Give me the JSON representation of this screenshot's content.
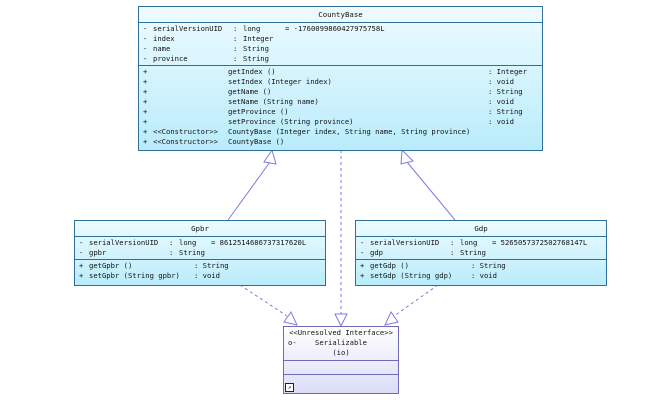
{
  "county": {
    "name": "CountyBase",
    "attributes": [
      {
        "vis": "-",
        "name": "serialVersionUID",
        "sep": ":",
        "type": "long",
        "extra": "= -1760099860427975758L"
      },
      {
        "vis": "-",
        "name": "index",
        "sep": ":",
        "type": "Integer",
        "extra": ""
      },
      {
        "vis": "-",
        "name": "name",
        "sep": ":",
        "type": "String",
        "extra": ""
      },
      {
        "vis": "-",
        "name": "province",
        "sep": ":",
        "type": "String",
        "extra": ""
      }
    ],
    "operations": [
      {
        "vis": "+",
        "stereo": "",
        "sig": "getIndex ()",
        "ret": ": Integer"
      },
      {
        "vis": "+",
        "stereo": "",
        "sig": "setIndex (Integer index)",
        "ret": ": void"
      },
      {
        "vis": "+",
        "stereo": "",
        "sig": "getName ()",
        "ret": ": String"
      },
      {
        "vis": "+",
        "stereo": "",
        "sig": "setName (String name)",
        "ret": ": void"
      },
      {
        "vis": "+",
        "stereo": "",
        "sig": "getProvince ()",
        "ret": ": String"
      },
      {
        "vis": "+",
        "stereo": "",
        "sig": "setProvince (String province)",
        "ret": ": void"
      },
      {
        "vis": "+",
        "stereo": "<<Constructor>>",
        "sig": "CountyBase (Integer index, String name, String province)",
        "ret": ""
      },
      {
        "vis": "+",
        "stereo": "<<Constructor>>",
        "sig": "CountyBase ()",
        "ret": ""
      }
    ]
  },
  "gpbr": {
    "name": "Gpbr",
    "attributes": [
      {
        "vis": "-",
        "name": "serialVersionUID",
        "sep": ":",
        "type": "long",
        "extra": "= 8612514686737317620L"
      },
      {
        "vis": "-",
        "name": "gpbr",
        "sep": ":",
        "type": "String",
        "extra": ""
      }
    ],
    "operations": [
      {
        "vis": "+",
        "sig": "getGpbr ()",
        "ret": ": String"
      },
      {
        "vis": "+",
        "sig": "setGpbr (String gpbr)",
        "ret": ": void"
      }
    ]
  },
  "gdp": {
    "name": "Gdp",
    "attributes": [
      {
        "vis": "-",
        "name": "serialVersionUID",
        "sep": ":",
        "type": "long",
        "extra": "= 5265057372502768147L"
      },
      {
        "vis": "-",
        "name": "gdp",
        "sep": ":",
        "type": "String",
        "extra": ""
      }
    ],
    "operations": [
      {
        "vis": "+",
        "sig": "getGdp ()",
        "ret": ": String"
      },
      {
        "vis": "+",
        "sig": "setGdp (String gdp)",
        "ret": ": void"
      }
    ]
  },
  "serializable": {
    "stereotype": "<<Unresolved Interface>>",
    "lollipop": "o-",
    "name": "Serializable",
    "package": "(io)"
  },
  "colors": {
    "class_border": "#2f6f9a",
    "class_fill": "#b9ecfb",
    "interface_border": "#6b6bb8",
    "connector": "#7d7de0"
  }
}
